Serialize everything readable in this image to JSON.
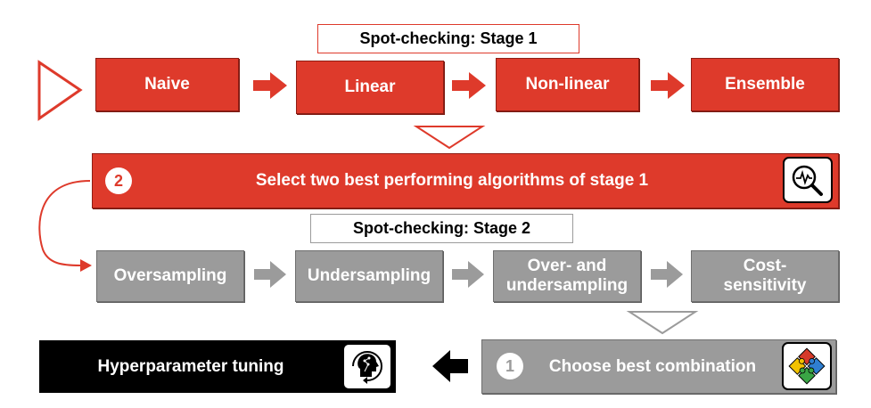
{
  "stage1": {
    "title": "Spot-checking: Stage 1",
    "steps": [
      "Naive",
      "Linear",
      "Non-linear",
      "Ensemble"
    ]
  },
  "select": {
    "number": "2",
    "text": "Select two best performing algorithms of stage 1",
    "icon": "magnifier-chart-icon"
  },
  "stage2": {
    "title": "Spot-checking: Stage 2",
    "steps": [
      "Oversampling",
      "Undersampling",
      "Over- and undersampling",
      "Cost-sensitivity"
    ]
  },
  "choose": {
    "number": "1",
    "text": "Choose best combination",
    "icon": "puzzle-icon"
  },
  "tuning": {
    "text": "Hyperparameter tuning",
    "icon": "head-circuit-icon"
  },
  "colors": {
    "red": "#de3a2b",
    "gray": "#9b9b9b",
    "black": "#000000"
  }
}
